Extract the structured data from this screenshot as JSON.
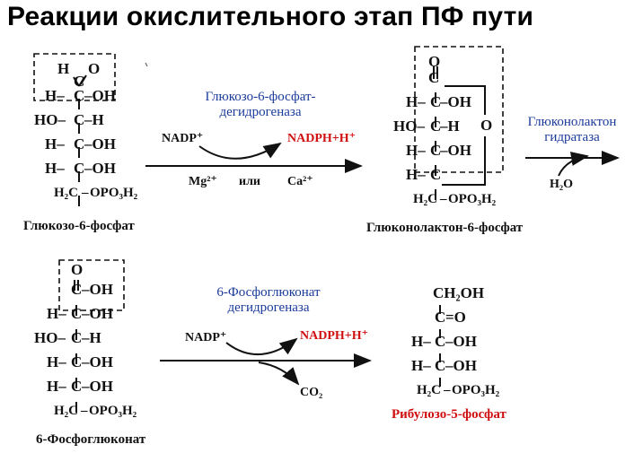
{
  "title": "Реакции окислительного этап ПФ пути",
  "glucose6p": {
    "rows": [
      {
        "a": "H",
        "b": "C",
        "c": "O"
      },
      {
        "a": "H–",
        "b": "C",
        "c": "–OH"
      },
      {
        "a": "HO–",
        "b": "C",
        "c": "–H"
      },
      {
        "a": "H–",
        "b": "C",
        "c": "–OH"
      },
      {
        "a": "H–",
        "b": "C",
        "c": "–OH"
      },
      {
        "a": "H₂C",
        "b": "–",
        "c": "OPO₃H₂"
      }
    ],
    "name": "Глюкозо-6-фосфат"
  },
  "reaction1": {
    "enzyme_line1": "Глюкозо-6-фосфат-",
    "enzyme_line2": "дегидрогеназа",
    "nadp": "NADP⁺",
    "nadph": "NADPH+H⁺",
    "mg": "Mg²⁺",
    "or": "или",
    "ca": "Ca²⁺"
  },
  "gluconolactone": {
    "rows": [
      {
        "a": "",
        "b": "O",
        "c": ""
      },
      {
        "a": "",
        "b": "C",
        "c": ""
      },
      {
        "a": "H–",
        "b": "C",
        "c": "–OH"
      },
      {
        "a": "HO–",
        "b": "C",
        "c": "–H"
      },
      {
        "a": "H–",
        "b": "C",
        "c": "–OH"
      },
      {
        "a": "H–",
        "b": "C",
        "c": ""
      },
      {
        "a": "H₂C",
        "b": "–",
        "c": "OPO₃H₂"
      }
    ],
    "ring_o": "O",
    "name": "Глюконолактон-6-фосфат"
  },
  "reaction2": {
    "enzyme_line1": "Глюконолактон",
    "enzyme_line2": "гидратаза",
    "water": "H₂O"
  },
  "phosphogluconate": {
    "rows": [
      {
        "a": "",
        "b": "O",
        "c": ""
      },
      {
        "a": "",
        "b": "C",
        "c": "–OH"
      },
      {
        "a": "H–",
        "b": "C",
        "c": "–OH"
      },
      {
        "a": "HO–",
        "b": "C",
        "c": "–H"
      },
      {
        "a": "H–",
        "b": "C",
        "c": "–OH"
      },
      {
        "a": "H–",
        "b": "C",
        "c": "–OH"
      },
      {
        "a": "H₂C",
        "b": "–",
        "c": "OPO₃H₂"
      }
    ],
    "name": "6-Фосфоглюконат"
  },
  "reaction3": {
    "enzyme_line1": "6-Фосфоглюконат",
    "enzyme_line2": "дегидрогеназа",
    "nadp": "NADP⁺",
    "nadph": "NADPH+H⁺",
    "co2": "CO₂"
  },
  "ribulose5p": {
    "rows": [
      {
        "a": "",
        "b": "CH₂OH",
        "c": ""
      },
      {
        "a": "",
        "b": "C",
        "c": "=O"
      },
      {
        "a": "H–",
        "b": "C",
        "c": "–OH"
      },
      {
        "a": "H–",
        "b": "C",
        "c": "–OH"
      },
      {
        "a": "H₂C",
        "b": "–",
        "c": "OPO₃H₂"
      }
    ],
    "name": "Рибулозо-5-фосфат"
  }
}
